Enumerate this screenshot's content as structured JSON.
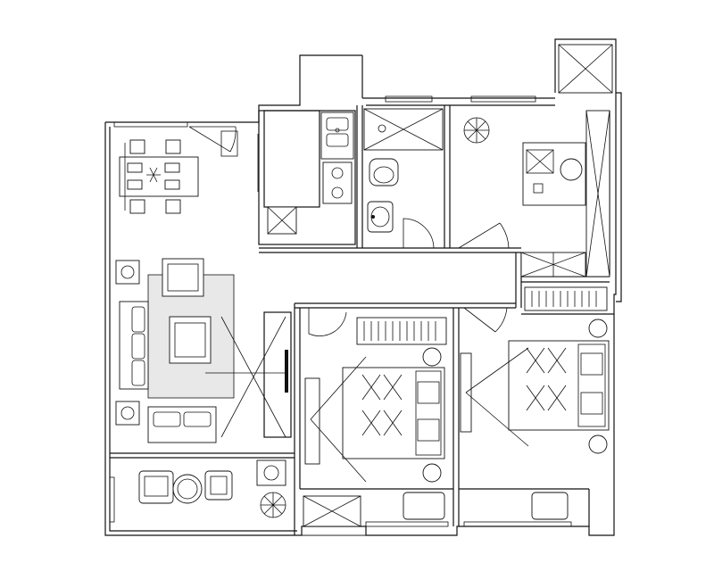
{
  "diagram": {
    "type": "floor-plan",
    "style": "black line drawing on white",
    "rooms": [
      "living-dining",
      "kitchen",
      "bathroom",
      "study",
      "bedroom-1",
      "bedroom-2",
      "balcony"
    ],
    "colors": {
      "line": "#111111",
      "background": "#ffffff",
      "rug": "#e8e8e8"
    }
  }
}
